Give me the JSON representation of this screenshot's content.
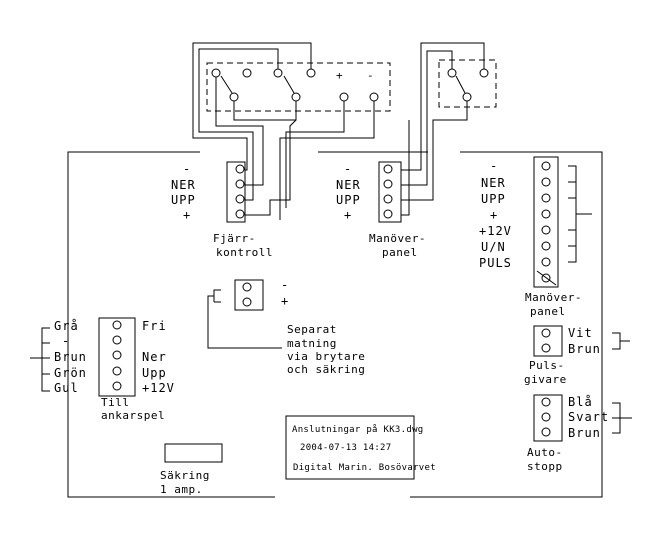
{
  "colors": {
    "line": "#000000",
    "background": "#ffffff"
  },
  "top_block": {
    "plus": "+",
    "minus": "-"
  },
  "fjarr": {
    "labels": [
      "-",
      "NER",
      "UPP",
      "+"
    ],
    "caption": [
      "Fjärr-",
      "kontroll"
    ]
  },
  "manover1": {
    "labels": [
      "-",
      "NER",
      "UPP",
      "+"
    ],
    "caption": [
      "Manöver-",
      "panel"
    ]
  },
  "manover2": {
    "labels": [
      "-",
      "NER",
      "UPP",
      "+",
      "+12V",
      "U/N",
      "PULS"
    ],
    "caption": [
      "Manöver-",
      "panel"
    ]
  },
  "motor": {
    "minus": "-",
    "plus": "+",
    "caption": [
      "Separat",
      "matning",
      "via brytare",
      "och säkring"
    ]
  },
  "ankarspel": {
    "left_labels": [
      "Grå",
      "-",
      "Brun",
      "Grön",
      "Gul"
    ],
    "right_labels": [
      "Fri",
      "",
      "Ner",
      "Upp",
      "+12V"
    ],
    "caption": [
      "Till",
      "ankarspel"
    ]
  },
  "pulsgivare": {
    "labels": [
      "Vit",
      "Brun"
    ],
    "caption": [
      "Puls-",
      "givare"
    ]
  },
  "autostopp": {
    "labels": [
      "Blå",
      "Svart",
      "Brun"
    ],
    "caption": [
      "Auto-",
      "stopp"
    ]
  },
  "fuse": {
    "caption": [
      "Säkring",
      "1 amp."
    ]
  },
  "title_block": {
    "line1": "Anslutningar på KK3.dwg",
    "line2": "2004-07-13 14:27",
    "line3": "Digital Marin. Bosövarvet"
  }
}
